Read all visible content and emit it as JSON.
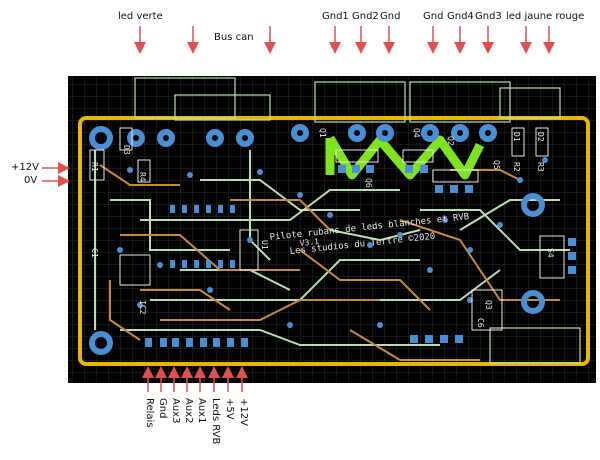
{
  "top_labels": {
    "led_verte": "led verte",
    "bus_can": "Bus can",
    "gnd1": "Gnd1",
    "gnd2": "Gnd2",
    "gnd": "Gnd",
    "gnd_b": "Gnd",
    "gnd4": "Gnd4",
    "gnd3": "Gnd3",
    "led_jaune_rouge": "led jaune rouge"
  },
  "left_labels": {
    "v12": "+12V",
    "v0": "0V"
  },
  "bottom_labels": {
    "relais": "Relais",
    "gnd": "Gnd",
    "aux3": "Aux3",
    "aux2": "Aux2",
    "aux1": "Aux1",
    "leds_rvb": "Leds RVB",
    "v5": "+5V",
    "v12": "+12V"
  },
  "board_text": {
    "line1": "Pilote rubans de leds blanches et RVB",
    "line2": "Les studios du Tertre ©2020",
    "version": "V3.1"
  },
  "components": {
    "d3": "D3",
    "r4": "R4",
    "r1": "R1",
    "c1": "C1",
    "ic2": "IC2",
    "u1": "U1",
    "q1": "Q1",
    "q2": "Q2",
    "q3": "Q3",
    "q4": "Q4",
    "q5": "Q5",
    "q6": "Q6",
    "d1": "D1",
    "d2": "D2",
    "r2": "R2",
    "r3": "R3",
    "s4": "S4",
    "c6": "C6"
  },
  "colors": {
    "board": "#000000",
    "grid": "#2b2b2b",
    "outline": "#e8b800",
    "pad": "#4a8fd6",
    "trace_top": "#c98a3a",
    "trace_bottom": "#b9dfb0",
    "gnd_plane": "#7fe320",
    "arrow": "#e05050",
    "silk": "#e8e8e8"
  }
}
